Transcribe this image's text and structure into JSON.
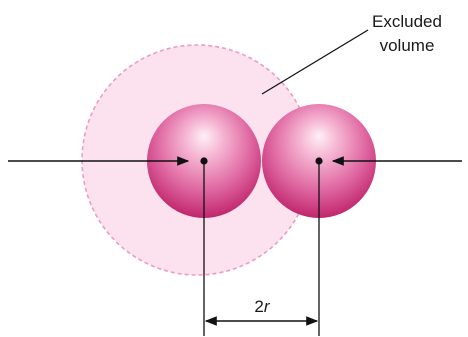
{
  "annotation": {
    "line1": "Excluded",
    "line2": "volume"
  },
  "dimension": {
    "number": "2",
    "variable": "r"
  },
  "colors": {
    "sphere_light": "#fbe0ee",
    "sphere_mid": "#e87ab2",
    "sphere_dark": "#c2296f",
    "excluded_fill": "#fbe2ee",
    "excluded_stroke": "#ee9bc2",
    "lines": "#111111"
  }
}
